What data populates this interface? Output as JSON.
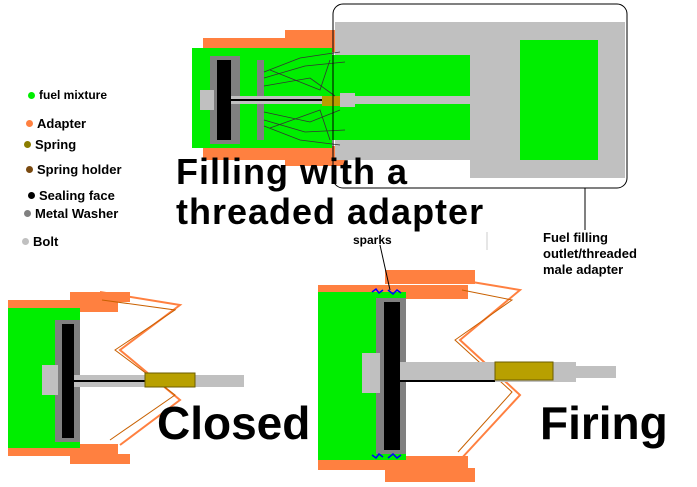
{
  "legend": [
    {
      "label": "fuel mixture",
      "color": "#00ee00"
    },
    {
      "label": "Adapter",
      "color": "#ff8040"
    },
    {
      "label": "Spring",
      "color": "#8b7d00"
    },
    {
      "label": "Spring holder",
      "color": "#7a4a10"
    },
    {
      "label": "Sealing face",
      "color": "#000000"
    },
    {
      "label": "Metal Washer",
      "color": "#808080"
    },
    {
      "label": "Bolt",
      "color": "#c0c0c0"
    }
  ],
  "title_line1": "Filling with a",
  "title_line2": "threaded adapter",
  "callout_label_line1": "Fuel filling",
  "callout_label_line2": "outlet/threaded",
  "callout_label_line3": "male adapter",
  "sparks_label": "sparks",
  "closed_label": "Closed",
  "firing_label": "Firing",
  "colors": {
    "fuel": "#00ee00",
    "adapter": "#ff8040",
    "seal": "#000000",
    "washer": "#808080",
    "bolt": "#c0c0c0",
    "spring": "#b8a000",
    "spark": "#0000ff"
  }
}
